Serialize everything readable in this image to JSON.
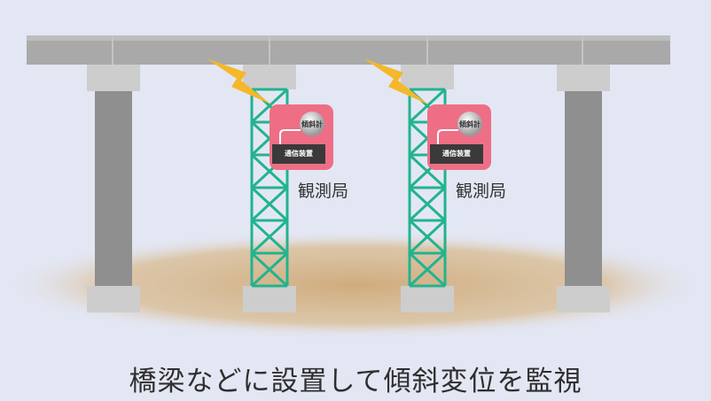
{
  "stations": [
    {
      "label": "観測局",
      "sensor": "傾斜計",
      "device": "通信装置"
    },
    {
      "label": "観測局",
      "sensor": "傾斜計",
      "device": "通信装置"
    }
  ],
  "caption": "橋梁などに設置して傾斜変位を監視",
  "icons": {
    "signal": "lightning-bolt-icon"
  },
  "colors": {
    "background": "#e3e7f4",
    "deck": "#a6a6a6",
    "pier": "#8f8f8f",
    "cap": "#cdcdcd",
    "ground": "#d4b48a",
    "tower": "#22b38f",
    "station_box": "#ee6e86",
    "bolt": "#f5b82a",
    "device_box": "#3a3a3a"
  }
}
